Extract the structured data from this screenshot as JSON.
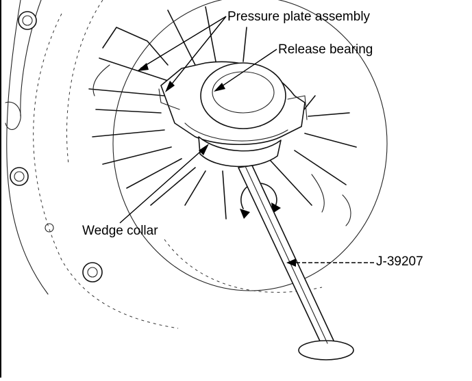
{
  "callouts": {
    "pressure_plate": "Pressure plate assembly",
    "release_bearing": "Release bearing",
    "wedge_collar": "Wedge collar",
    "tool_number": "J-39207"
  }
}
